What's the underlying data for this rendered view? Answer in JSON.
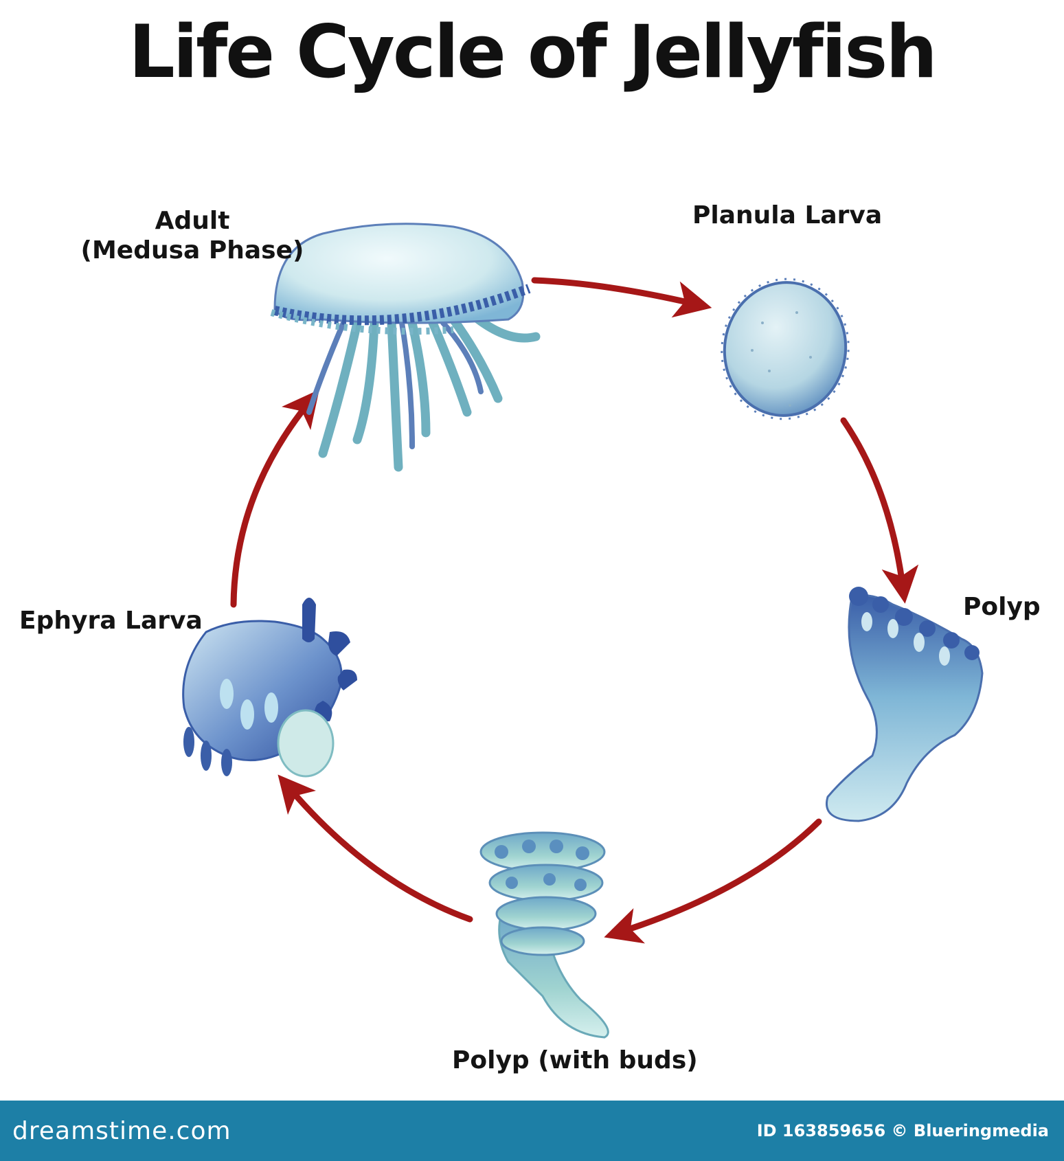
{
  "title": "Life Cycle of Jellyfish",
  "stages": [
    {
      "id": "adult",
      "label_lines": [
        "Adult",
        "(Medusa Phase)"
      ]
    },
    {
      "id": "planula",
      "label_lines": [
        "Planula Larva"
      ]
    },
    {
      "id": "polyp",
      "label_lines": [
        "Polyp"
      ]
    },
    {
      "id": "polyp-buds",
      "label_lines": [
        "Polyp (with buds)"
      ]
    },
    {
      "id": "ephyra",
      "label_lines": [
        "Ephyra Larva"
      ]
    }
  ],
  "footer": {
    "brand": "dreamstime.com",
    "credit": "ID 163859656 © Blueringmedia"
  },
  "colors": {
    "arrow": "#a61717",
    "organism_light": "#cfe9ee",
    "organism_mid": "#7fb6d6",
    "organism_dark": "#3a5ea8",
    "footer": "#1d7fa6"
  }
}
